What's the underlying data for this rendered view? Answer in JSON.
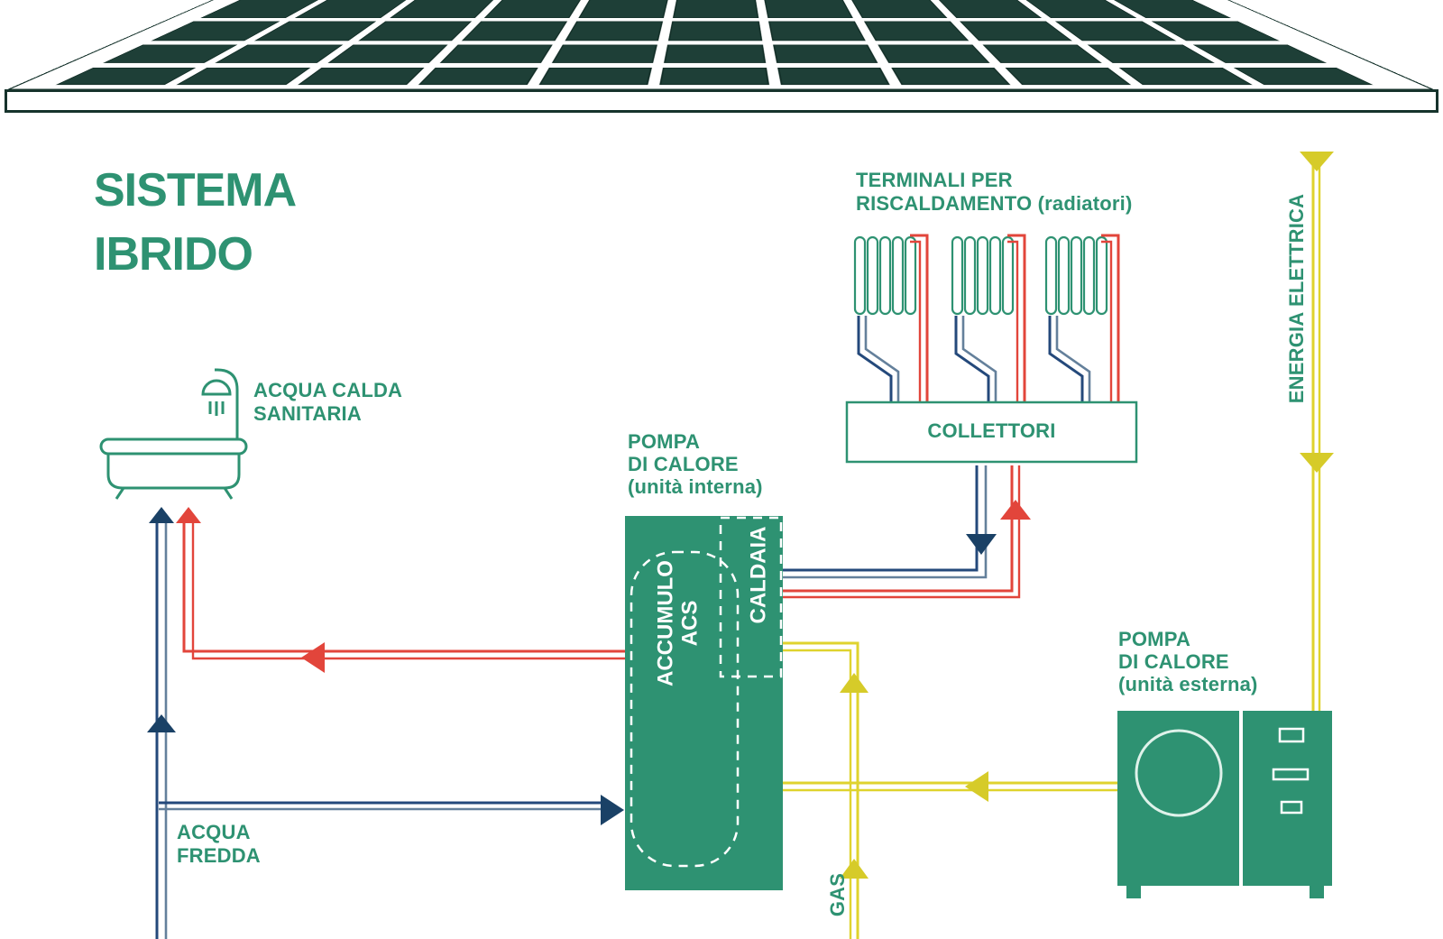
{
  "title": {
    "line1": "SISTEMA",
    "line2": "IBRIDO"
  },
  "labels": {
    "hot_water": {
      "line1": "ACQUA CALDA",
      "line2": "SANITARIA"
    },
    "terminals": {
      "line1": "TERMINALI PER",
      "line2": "RISCALDAMENTO (radiatori)"
    },
    "collectors": "COLLETTORI",
    "heat_pump_indoor": {
      "line1": "POMPA",
      "line2": "DI CALORE",
      "line3": "(unità interna)"
    },
    "storage": {
      "line1": "ACCUMULO",
      "line2": "ACS"
    },
    "boiler": "CALDAIA",
    "heat_pump_outdoor": {
      "line1": "POMPA",
      "line2": "DI CALORE",
      "line3": "(unità esterna)"
    },
    "electric_energy": "ENERGIA ELETTRICA",
    "cold_water": {
      "line1": "ACQUA",
      "line2": "FREDDA"
    },
    "gas": "GAS"
  },
  "colors": {
    "brand_green": "#2E9272",
    "panel_cell": "#1E3F37",
    "panel_outline": "#16332C",
    "pipe_red": "#E2453B",
    "pipe_navy": "#24497B",
    "pipe_slate": "#64809B",
    "pipe_yellow": "#DFD32E"
  }
}
